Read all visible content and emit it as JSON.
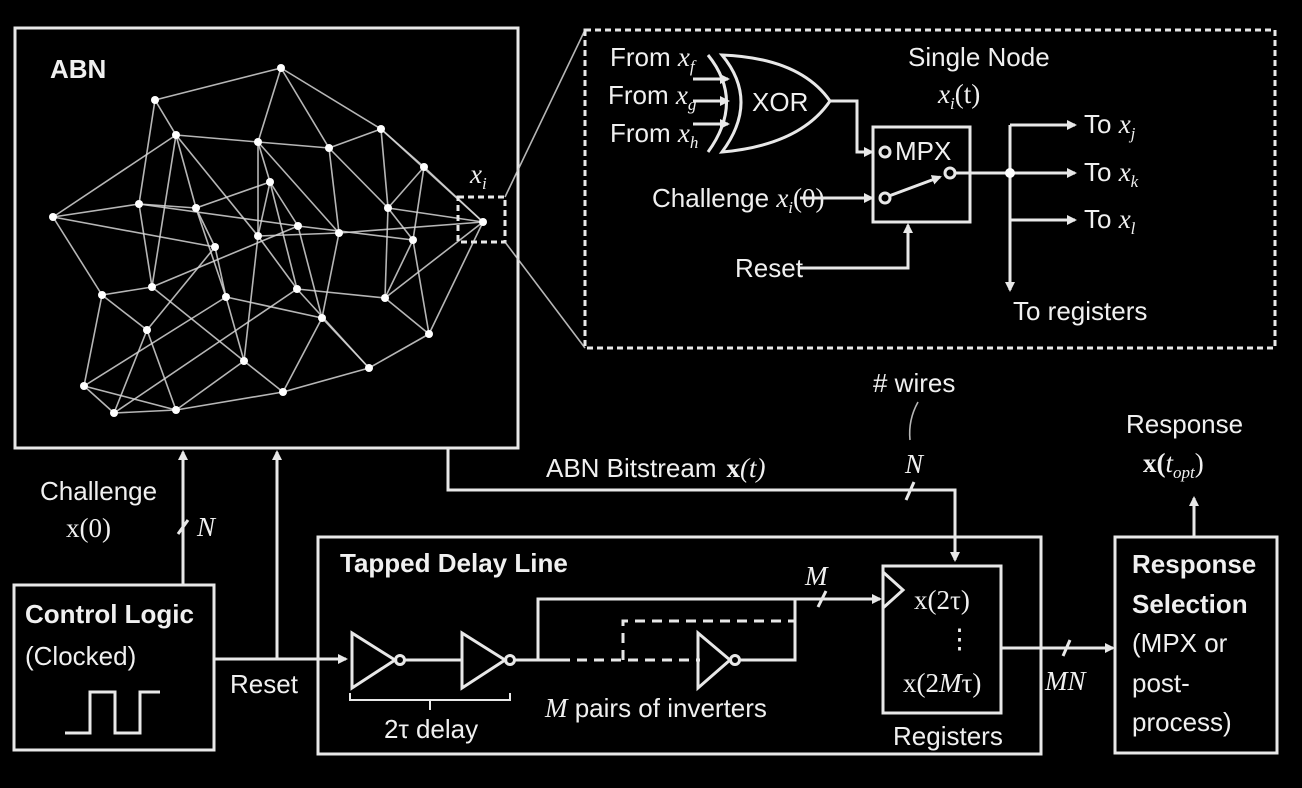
{
  "abn": {
    "title": "ABN",
    "node_label": "x",
    "node_label_sub": "i"
  },
  "single_node": {
    "title": "Single Node",
    "state_label_var": "x",
    "state_label_sub": "i",
    "state_label_arg": "(t)",
    "inputs": [
      {
        "text": "From ",
        "var": "x",
        "sub": "f"
      },
      {
        "text": "From ",
        "var": "x",
        "sub": "g"
      },
      {
        "text": "From ",
        "var": "x",
        "sub": "h"
      }
    ],
    "xor_label": "XOR",
    "mpx_label": "MPX",
    "challenge_label": "Challenge ",
    "challenge_var": "x",
    "challenge_sub": "i",
    "challenge_arg": "(0)",
    "reset_label": "Reset",
    "outputs": [
      {
        "text": "To ",
        "var": "x",
        "sub": "j"
      },
      {
        "text": "To ",
        "var": "x",
        "sub": "k"
      },
      {
        "text": "To ",
        "var": "x",
        "sub": "l"
      }
    ],
    "to_registers": "To registers"
  },
  "wires_label": "# wires",
  "bus_n": "N",
  "bus_m": "M",
  "bus_mn": "MN",
  "bitstream_label": "ABN Bitstream",
  "bitstream_math": "x",
  "bitstream_arg": "(t)",
  "challenge": {
    "label": "Challenge",
    "math": "x(0)"
  },
  "control_logic": {
    "title": "Control Logic",
    "subtitle": "(Clocked)"
  },
  "reset_label": "Reset",
  "delay_line": {
    "title": "Tapped Delay Line",
    "delay_label": "2τ delay",
    "pairs_var": "M",
    "pairs_label": " pairs of inverters"
  },
  "registers": {
    "first": "x(2τ)",
    "ellipsis": "⋮",
    "last_pre": "x(2",
    "last_var": "M",
    "last_post": "τ)",
    "label": "Registers"
  },
  "response_selection": {
    "lines": [
      "Response",
      "Selection",
      "(MPX or",
      "post-",
      "process)"
    ]
  },
  "response": {
    "label": "Response",
    "math": "x(",
    "var": "t",
    "sub": "opt",
    "close": ")"
  }
}
